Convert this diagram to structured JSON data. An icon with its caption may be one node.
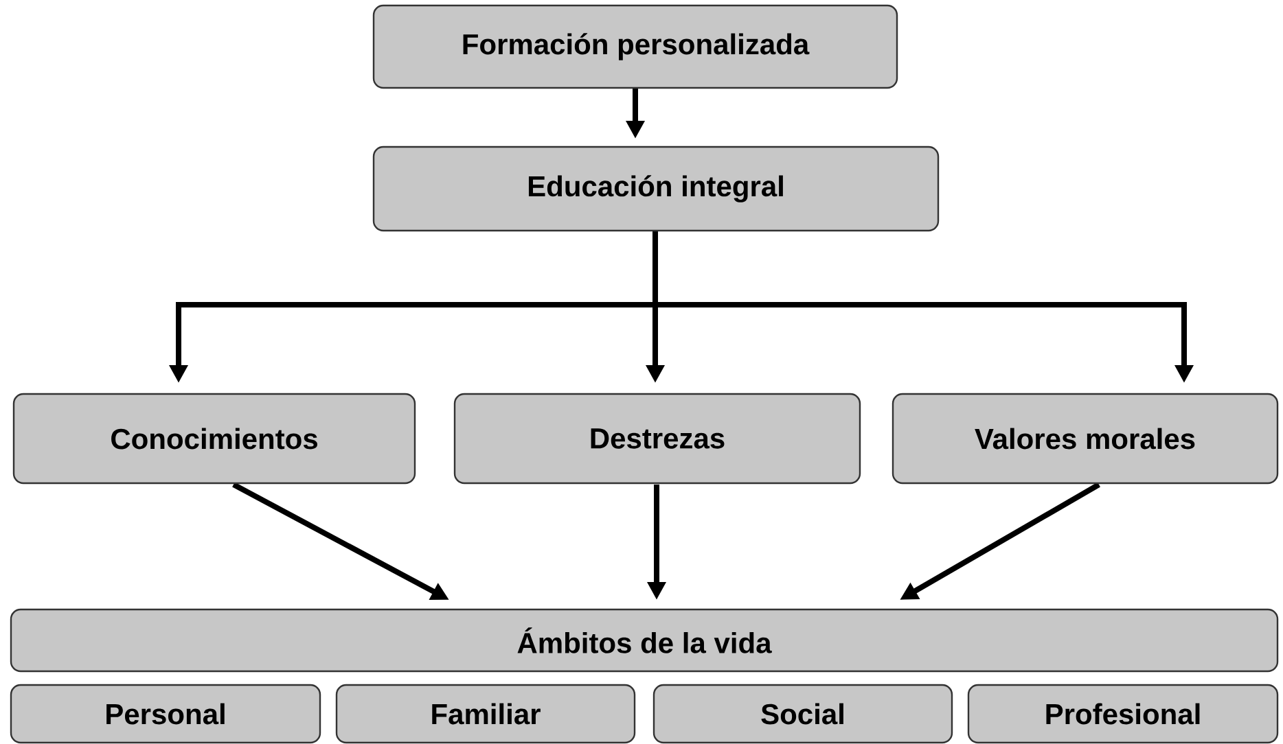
{
  "diagram": {
    "nodes": [
      {
        "text": [
          "Formación personalizada"
        ]
      },
      {
        "text": [
          "Educación integral"
        ]
      },
      {
        "text": [
          "Conocimientos"
        ]
      },
      {
        "text": [
          "Destrezas"
        ]
      },
      {
        "text": [
          "Valores morales"
        ]
      },
      {
        "text": [
          "Ámbitos de la vida"
        ]
      },
      {
        "text": [
          "Personal"
        ]
      },
      {
        "text": [
          "Familiar"
        ]
      },
      {
        "text": [
          "Social"
        ]
      },
      {
        "text": [
          "Profesional"
        ]
      }
    ],
    "edges": [
      {
        "from": 0,
        "to": 1,
        "arrow": "to"
      },
      {
        "from": 1,
        "to": 2,
        "arrow": "to"
      },
      {
        "from": 1,
        "to": 3,
        "arrow": "to"
      },
      {
        "from": 1,
        "to": 4,
        "arrow": "to"
      },
      {
        "from": 2,
        "to": 5,
        "arrow": "to"
      },
      {
        "from": 3,
        "to": 5,
        "arrow": "to"
      },
      {
        "from": 4,
        "to": 5,
        "arrow": "to"
      }
    ]
  }
}
